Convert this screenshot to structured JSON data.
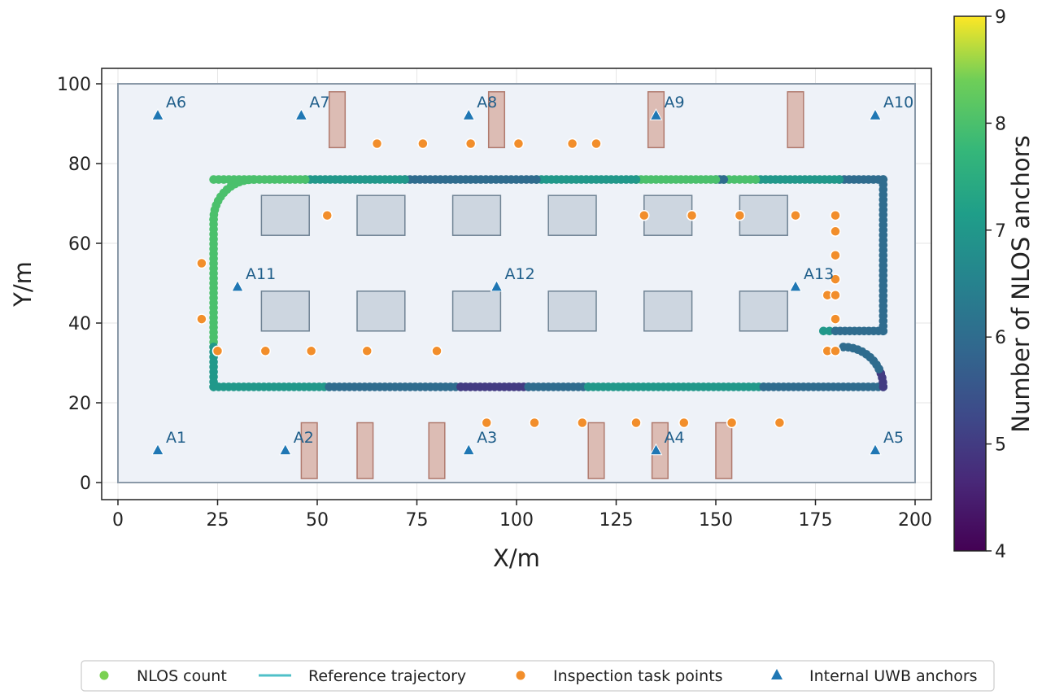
{
  "chart_data": {
    "type": "scatter",
    "xlabel": "X/m",
    "ylabel": "Y/m",
    "xlim": [
      -4,
      204
    ],
    "ylim": [
      -4,
      104
    ],
    "xticks": [
      0,
      25,
      50,
      75,
      100,
      125,
      150,
      175,
      200
    ],
    "yticks": [
      0,
      20,
      40,
      60,
      80,
      100
    ],
    "grid": true,
    "legend_placement": "bottom-center",
    "colorbar": {
      "label": "Number of NLOS anchors",
      "range": [
        4,
        9
      ],
      "ticks": [
        4,
        5,
        6,
        7,
        8,
        9
      ],
      "colormap": "viridis"
    },
    "boundary": {
      "x": [
        0,
        200
      ],
      "y": [
        0,
        100
      ]
    },
    "racks": [
      {
        "x": [
          36,
          48
        ],
        "y": [
          62,
          72
        ]
      },
      {
        "x": [
          60,
          72
        ],
        "y": [
          62,
          72
        ]
      },
      {
        "x": [
          84,
          96
        ],
        "y": [
          62,
          72
        ]
      },
      {
        "x": [
          108,
          120
        ],
        "y": [
          62,
          72
        ]
      },
      {
        "x": [
          132,
          144
        ],
        "y": [
          62,
          72
        ]
      },
      {
        "x": [
          156,
          168
        ],
        "y": [
          62,
          72
        ]
      },
      {
        "x": [
          36,
          48
        ],
        "y": [
          38,
          48
        ]
      },
      {
        "x": [
          60,
          72
        ],
        "y": [
          38,
          48
        ]
      },
      {
        "x": [
          84,
          96
        ],
        "y": [
          38,
          48
        ]
      },
      {
        "x": [
          108,
          120
        ],
        "y": [
          38,
          48
        ]
      },
      {
        "x": [
          132,
          144
        ],
        "y": [
          38,
          48
        ]
      },
      {
        "x": [
          156,
          168
        ],
        "y": [
          38,
          48
        ]
      }
    ],
    "pillars": [
      {
        "x": [
          53,
          57
        ],
        "y": [
          84,
          98
        ]
      },
      {
        "x": [
          93,
          97
        ],
        "y": [
          84,
          98
        ]
      },
      {
        "x": [
          133,
          137
        ],
        "y": [
          84,
          98
        ]
      },
      {
        "x": [
          168,
          172
        ],
        "y": [
          84,
          98
        ]
      },
      {
        "x": [
          46,
          50
        ],
        "y": [
          1,
          15
        ]
      },
      {
        "x": [
          60,
          64
        ],
        "y": [
          1,
          15
        ]
      },
      {
        "x": [
          78,
          82
        ],
        "y": [
          1,
          15
        ]
      },
      {
        "x": [
          118,
          122
        ],
        "y": [
          1,
          15
        ]
      },
      {
        "x": [
          134,
          138
        ],
        "y": [
          1,
          15
        ]
      },
      {
        "x": [
          150,
          154
        ],
        "y": [
          1,
          15
        ]
      }
    ],
    "anchors": [
      {
        "name": "A1",
        "x": 10,
        "y": 8
      },
      {
        "name": "A2",
        "x": 42,
        "y": 8
      },
      {
        "name": "A3",
        "x": 88,
        "y": 8
      },
      {
        "name": "A4",
        "x": 135,
        "y": 8
      },
      {
        "name": "A5",
        "x": 190,
        "y": 8
      },
      {
        "name": "A6",
        "x": 10,
        "y": 92
      },
      {
        "name": "A7",
        "x": 46,
        "y": 92
      },
      {
        "name": "A8",
        "x": 88,
        "y": 92
      },
      {
        "name": "A9",
        "x": 135,
        "y": 92
      },
      {
        "name": "A10",
        "x": 190,
        "y": 92
      },
      {
        "name": "A11",
        "x": 30,
        "y": 49
      },
      {
        "name": "A12",
        "x": 95,
        "y": 49
      },
      {
        "name": "A13",
        "x": 170,
        "y": 49
      }
    ],
    "inspection_points": [
      [
        65,
        85
      ],
      [
        76.5,
        85
      ],
      [
        88.5,
        85
      ],
      [
        100.5,
        85
      ],
      [
        114,
        85
      ],
      [
        120,
        85
      ],
      [
        52.5,
        67
      ],
      [
        132,
        67
      ],
      [
        144,
        67
      ],
      [
        156,
        67
      ],
      [
        170,
        67
      ],
      [
        180,
        67
      ],
      [
        180,
        63
      ],
      [
        180,
        57
      ],
      [
        180,
        51
      ],
      [
        178,
        47
      ],
      [
        180,
        47
      ],
      [
        180,
        41
      ],
      [
        21,
        55
      ],
      [
        21,
        41
      ],
      [
        25,
        33
      ],
      [
        37,
        33
      ],
      [
        48.5,
        33
      ],
      [
        62.5,
        33
      ],
      [
        80,
        33
      ],
      [
        178,
        33
      ],
      [
        180,
        33
      ],
      [
        92.5,
        15
      ],
      [
        104.5,
        15
      ],
      [
        116.5,
        15
      ],
      [
        130,
        15
      ],
      [
        142,
        15
      ],
      [
        154,
        15
      ],
      [
        166,
        15
      ]
    ],
    "trajectory_segments": [
      {
        "path": "left-arc",
        "from": [
          34,
          76
        ],
        "to": [
          24,
          66
        ],
        "nlos": 8
      },
      {
        "path": "left-side",
        "from": [
          24,
          66
        ],
        "to": [
          24,
          34
        ],
        "nlos": 8
      },
      {
        "path": "left-side",
        "from": [
          24,
          34
        ],
        "to": [
          24,
          24
        ],
        "nlos": 7
      },
      {
        "path": "bottom",
        "from": [
          24,
          24
        ],
        "to": [
          53,
          24
        ],
        "nlos": 7
      },
      {
        "path": "bottom",
        "from": [
          53,
          24
        ],
        "to": [
          86,
          24
        ],
        "nlos": 6
      },
      {
        "path": "bottom",
        "from": [
          86,
          24
        ],
        "to": [
          103,
          24
        ],
        "nlos": 5
      },
      {
        "path": "bottom",
        "from": [
          103,
          24
        ],
        "to": [
          118,
          24
        ],
        "nlos": 6
      },
      {
        "path": "bottom",
        "from": [
          118,
          24
        ],
        "to": [
          162,
          24
        ],
        "nlos": 7
      },
      {
        "path": "bottom",
        "from": [
          162,
          24
        ],
        "to": [
          192,
          24
        ],
        "nlos": 6
      },
      {
        "path": "right-arc",
        "from": [
          192,
          24
        ],
        "to": [
          190,
          28
        ],
        "nlos": 5
      },
      {
        "path": "right-arc",
        "from": [
          190,
          28
        ],
        "to": [
          182,
          38
        ],
        "nlos": 6
      },
      {
        "path": "inner",
        "from": [
          177,
          38
        ],
        "to": [
          180,
          38
        ],
        "nlos": 7
      },
      {
        "path": "inner",
        "from": [
          180,
          38
        ],
        "to": [
          192,
          38
        ],
        "nlos": 6
      },
      {
        "path": "right-side",
        "from": [
          192,
          38
        ],
        "to": [
          192,
          76
        ],
        "nlos": 6
      },
      {
        "path": "top",
        "from": [
          192,
          76
        ],
        "to": [
          181,
          76
        ],
        "nlos": 6
      },
      {
        "path": "top",
        "from": [
          181,
          76
        ],
        "to": [
          160,
          76
        ],
        "nlos": 7
      },
      {
        "path": "top",
        "from": [
          160,
          76
        ],
        "to": [
          152,
          76
        ],
        "nlos": 8
      },
      {
        "path": "top",
        "from": [
          152,
          76
        ],
        "to": [
          150,
          76
        ],
        "nlos": 6
      },
      {
        "path": "top",
        "from": [
          150,
          76
        ],
        "to": [
          130,
          76
        ],
        "nlos": 8
      },
      {
        "path": "top",
        "from": [
          130,
          76
        ],
        "to": [
          105,
          76
        ],
        "nlos": 7
      },
      {
        "path": "top",
        "from": [
          105,
          76
        ],
        "to": [
          72,
          76
        ],
        "nlos": 6
      },
      {
        "path": "top",
        "from": [
          72,
          76
        ],
        "to": [
          47,
          76
        ],
        "nlos": 7
      },
      {
        "path": "top",
        "from": [
          47,
          76
        ],
        "to": [
          24,
          76
        ],
        "nlos": 8
      }
    ],
    "legend": [
      {
        "label": "NLOS count",
        "marker": "circle",
        "color": "#7ad151"
      },
      {
        "label": "Reference trajectory",
        "marker": "line",
        "color": "#4fc0c8"
      },
      {
        "label": "Inspection task points",
        "marker": "circle",
        "color": "#f28e2b"
      },
      {
        "label": "Internal UWB anchors",
        "marker": "triangle",
        "color": "#1f77b4"
      }
    ],
    "colors": {
      "boundary": "#8a99a8",
      "floor": "#eef2f8",
      "rack_fill": "#cdd6e0",
      "rack_stroke": "#6f8394",
      "pillar_fill": "#dcbcb4",
      "pillar_stroke": "#b07a6e",
      "anchor": "#1f77b4",
      "inspection": "#f28e2b"
    }
  }
}
